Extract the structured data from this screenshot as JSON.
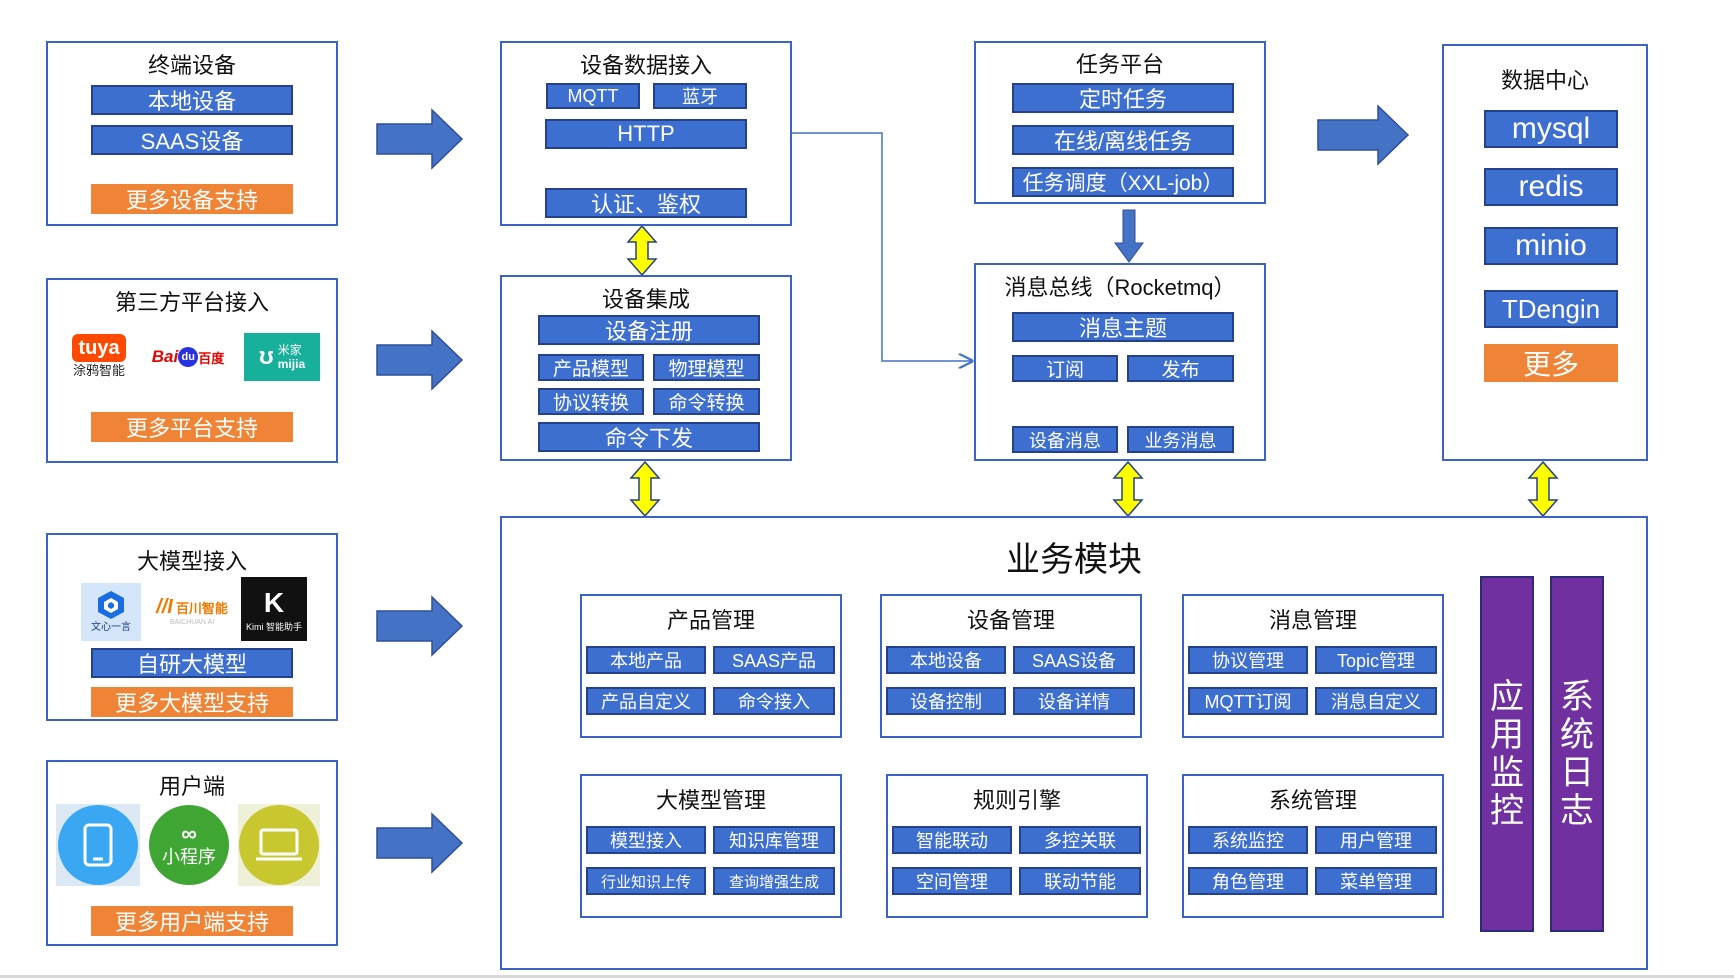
{
  "terminal": {
    "title": "终端设备",
    "local": "本地设备",
    "saas": "SAAS设备",
    "more": "更多设备支持"
  },
  "third_party": {
    "title": "第三方平台接入",
    "tuya": "tuya",
    "tuya_cn": "涂鸦智能",
    "baidu": "Bai",
    "baidu_du": "du",
    "baidu_cn": "百度",
    "mijia_cn": "米家",
    "mijia_en": "mijia",
    "more": "更多平台支持"
  },
  "llm_access": {
    "title": "大模型接入",
    "wenxin": "文心一言",
    "baichuan": "百川智能",
    "baichuan_en": "BAICHUAN AI",
    "kimi_k": "K",
    "kimi": "Kimi 智能助手",
    "self": "自研大模型",
    "more": "更多大模型支持"
  },
  "client": {
    "title": "用户端",
    "miniprogram": "小程序",
    "more": "更多用户端支持"
  },
  "device_access": {
    "title": "设备数据接入",
    "mqtt": "MQTT",
    "bluetooth": "蓝牙",
    "http": "HTTP",
    "auth": "认证、鉴权"
  },
  "device_integration": {
    "title": "设备集成",
    "register": "设备注册",
    "product_model": "产品模型",
    "thing_model": "物理模型",
    "protocol_convert": "协议转换",
    "command_convert": "命令转换",
    "command_send": "命令下发"
  },
  "task_platform": {
    "title": "任务平台",
    "scheduled": "定时任务",
    "online_offline": "在线/离线任务",
    "scheduling": "任务调度（XXL-job）"
  },
  "message_bus": {
    "title": "消息总线（Rocketmq）",
    "topic": "消息主题",
    "subscribe": "订阅",
    "publish": "发布",
    "device_msg": "设备消息",
    "business_msg": "业务消息"
  },
  "data_center": {
    "title": "数据中心",
    "items": [
      "mysql",
      "redis",
      "minio",
      "TDengin"
    ],
    "more": "更多"
  },
  "business": {
    "title": "业务模块",
    "product": {
      "title": "产品管理",
      "items": [
        "本地产品",
        "SAAS产品",
        "产品自定义",
        "命令接入"
      ]
    },
    "device": {
      "title": "设备管理",
      "items": [
        "本地设备",
        "SAAS设备",
        "设备控制",
        "设备详情"
      ]
    },
    "message": {
      "title": "消息管理",
      "items": [
        "协议管理",
        "Topic管理",
        "MQTT订阅",
        "消息自定义"
      ]
    },
    "llm": {
      "title": "大模型管理",
      "items": [
        "模型接入",
        "知识库管理",
        "行业知识上传",
        "查询增强生成"
      ]
    },
    "rules": {
      "title": "规则引擎",
      "items": [
        "智能联动",
        "多控关联",
        "空间管理",
        "联动节能"
      ]
    },
    "system": {
      "title": "系统管理",
      "items": [
        "系统监控",
        "用户管理",
        "角色管理",
        "菜单管理"
      ]
    },
    "app_monitor": [
      "应",
      "用",
      "监",
      "控"
    ],
    "system_log": [
      "系",
      "统",
      "日",
      "志"
    ]
  },
  "colors": {
    "box_blue": "#3d6fd0",
    "box_border": "#24418a",
    "panel_border": "#3a63c5",
    "orange": "#f08436",
    "purple": "#7030a0",
    "yellow": "#ffff00",
    "arrow_blue": "#4472c4"
  }
}
